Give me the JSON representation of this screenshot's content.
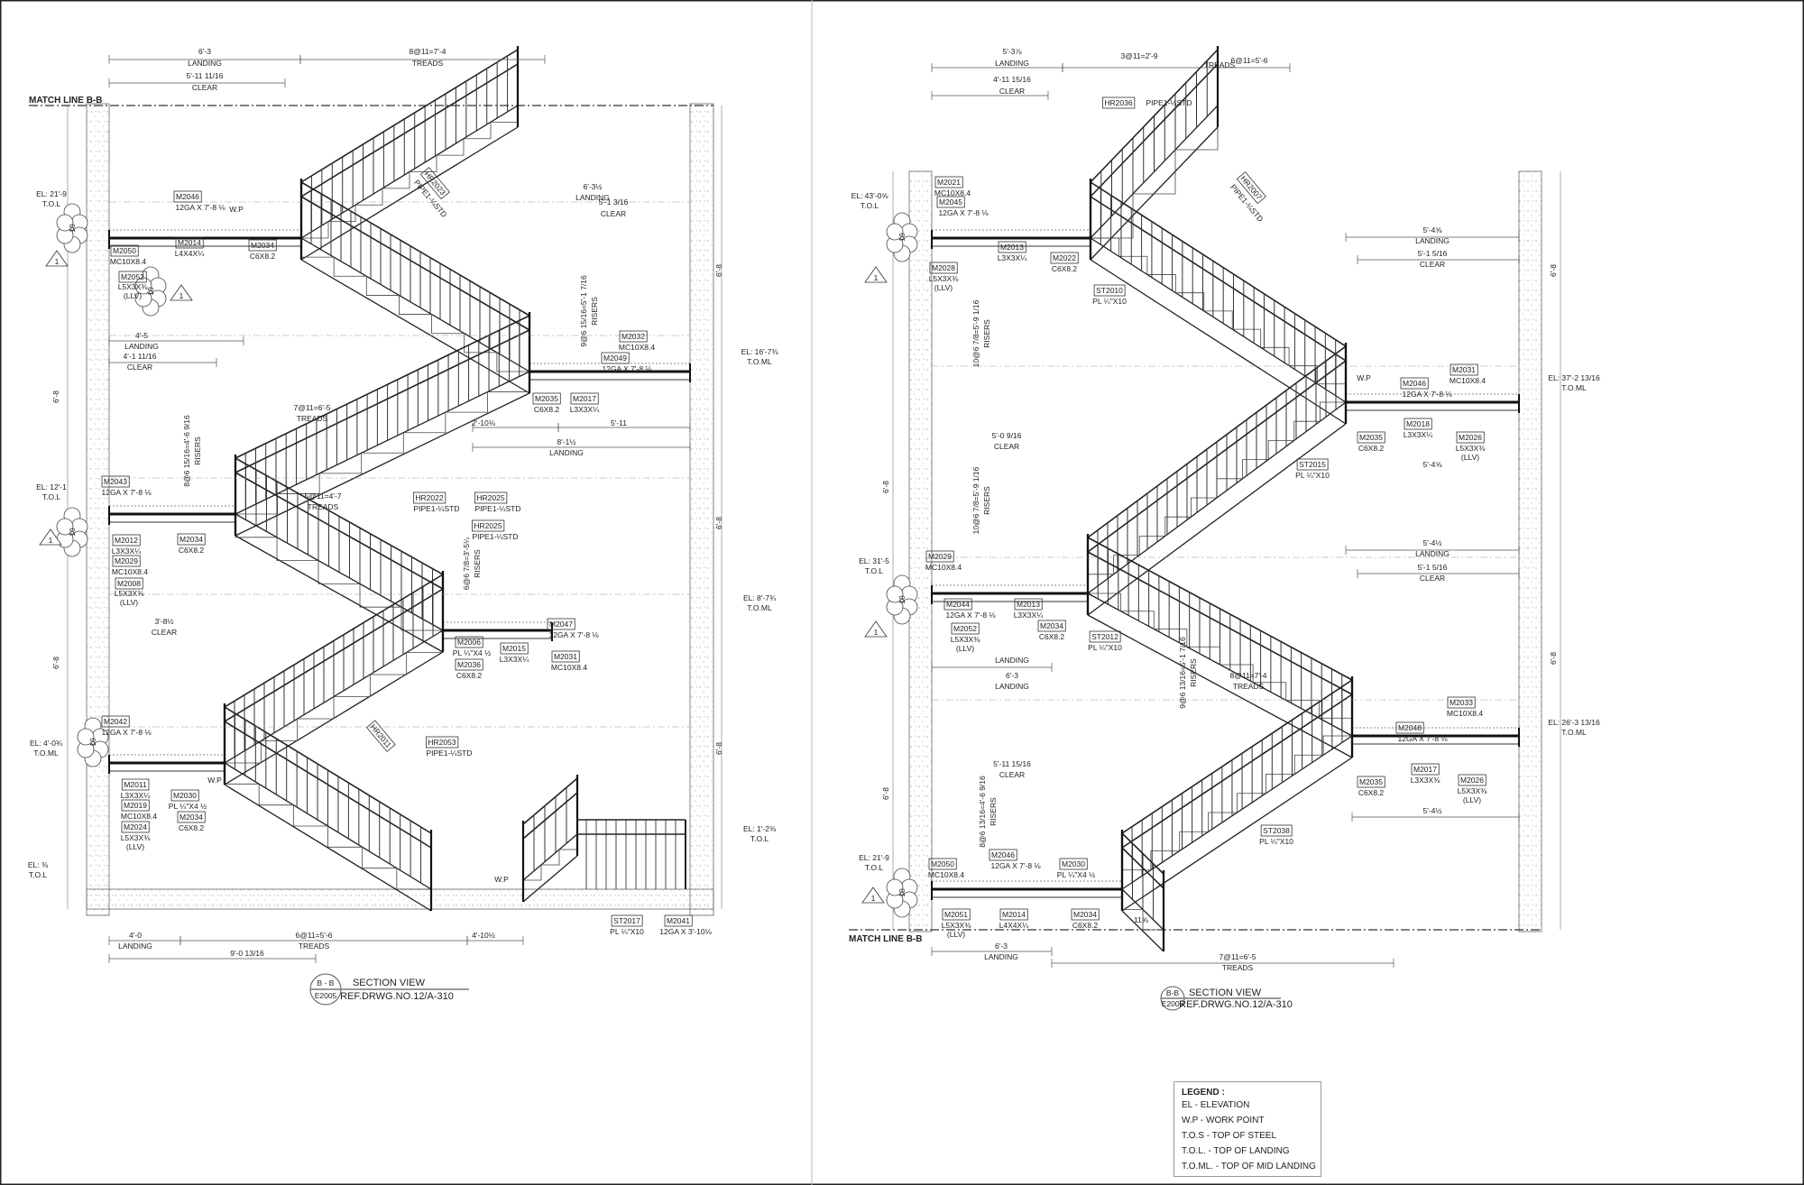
{
  "match_line": "MATCH LINE B-B",
  "left_labels": [
    "6'-3",
    "LANDING",
    "8@11=7'-4",
    "TREADS",
    "5'-11 11/16",
    "CLEAR",
    "EL: 21'-9",
    "T.O.L",
    "M2046",
    "12GA X 7'-8 ⅛",
    "M2014",
    "L4X4X¼",
    "M2034",
    "C6X8.2",
    "M2050",
    "MC10X8.4",
    "M2052",
    "L5X3X⅜",
    "(LLV)",
    "W.P",
    "HR2023",
    "PIPE1-¼STD",
    "6'-3½",
    "LANDING",
    "5'-1 3/16",
    "CLEAR",
    "4'-5",
    "LANDING",
    "4'-1 11/16",
    "CLEAR",
    "EL: 12'-1",
    "T.O.L",
    "M2043",
    "12GA X 7'-8 ⅛",
    "M2012",
    "L3X3X¼",
    "M2029",
    "MC10X8.4",
    "M2008",
    "L5X3X⅜",
    "(LLV)",
    "M2034",
    "C6X8.2",
    "M2032",
    "MC10X8.4",
    "M2049",
    "12GA X 7'-8 ⅛",
    "M2035",
    "C6X8.2",
    "M2017",
    "L3X3X¼",
    "EL: 16'-7⅜",
    "T.O.ML",
    "2'-10⅛",
    "5'-11",
    "8'-1½",
    "LANDING",
    "7@11=6'-5",
    "TREADS",
    "5@11=4'-7",
    "TREADS",
    "HR2022",
    "PIPE1-¼STD",
    "HR2025",
    "PIPE1-¼STD",
    "HR2025",
    "PIPE1-¼STD",
    "EL: 8'-7¾",
    "T.O.ML",
    "M2047",
    "12GA X 7'-8 ⅛",
    "M2031",
    "MC10X8.4",
    "M2006",
    "PL ¼\"X4 ½",
    "M2015",
    "L3X3X¼",
    "M2036",
    "C6X8.2",
    "3'-8½",
    "CLEAR",
    "EL: 4'-0¾",
    "T.O.ML",
    "M2042",
    "12GA X 7'-8 ⅛",
    "M2011",
    "L3X3X¼",
    "M2019",
    "MC10X8.4",
    "M2024",
    "L5X3X⅜",
    "(LLV)",
    "M2030",
    "PL ¼\"X4 ½",
    "M2034",
    "C6X8.2",
    "HR2053",
    "PIPE1-¼STD",
    "HR2011",
    "EL: 1'-2⅜",
    "T.O.L",
    "EL: ⅜",
    "T.O.L",
    "W.P",
    "W.P",
    "4'-0",
    "LANDING",
    "6@11=5'-6",
    "TREADS",
    "9'-0 13/16",
    "4'-10½",
    "ST2017",
    "PL ¼\"X10",
    "M2041",
    "12GA X 3'-10⅛",
    "8@6 15/16=4'-6 9/16",
    "RISERS",
    "6@6 7/8=3'-5¼",
    "RISERS",
    "9@6 15/16=5'-1 7/16",
    "RISERS",
    "6'-8",
    "6'-8",
    "6'-8",
    "6'-8",
    "6'-8"
  ],
  "right_labels": [
    "5'-3⅞",
    "LANDING",
    "3@11=2'-9",
    "6@11=5'-6",
    "TREADS",
    "4'-11 15/16",
    "CLEAR",
    "HR2036",
    "PIPE1-¼STD",
    "EL: 43'-0⅝",
    "T.O.L",
    "M2021",
    "MC10X8.4",
    "M2045",
    "12GA X 7'-8 ⅛",
    "M2013",
    "L3X3X¼",
    "M2022",
    "C6X8.2",
    "M2028",
    "L5X3X⅜",
    "(LLV)",
    "ST2010",
    "PL ¼\"X10",
    "HR2007",
    "PIPE1-¼STD",
    "5'-4⅝",
    "LANDING",
    "5'-1 5/16",
    "CLEAR",
    "10@6 7/8=5'-9 1/16",
    "RISERS",
    "W.P",
    "M2046",
    "12GA X 7'-8 ⅛",
    "M2031",
    "MC10X8.4",
    "EL: 37'-2 13/16",
    "T.O.ML",
    "M2035",
    "C6X8.2",
    "M2018",
    "L3X3X¼",
    "M2026",
    "L5X3X⅜",
    "(LLV)",
    "5'-4⅝",
    "5'-0 9/16",
    "CLEAR",
    "ST2015",
    "PL ¼\"X10",
    "10@6 7/8=5'-9 1/16",
    "RISERS",
    "5'-4½",
    "LANDING",
    "5'-1 5/16",
    "CLEAR",
    "EL: 31'-5",
    "T.O.L",
    "M2029",
    "MC10X8.4",
    "M2044",
    "12GA X 7'-8 ⅛",
    "M2052",
    "L5X3X⅜",
    "(LLV)",
    "M2013",
    "L3X3X¼",
    "M2034",
    "C6X8.2",
    "ST2012",
    "PL ¼\"X10",
    "LANDING",
    "6'-3",
    "LANDING",
    "8@11=7'-4",
    "TREADS",
    "9@6 13/16=5'-1 7/16",
    "RISERS",
    "M2048",
    "12GA X 7'-8 ⅛",
    "M2033",
    "MC10X8.4",
    "EL: 26'-3 13/16",
    "T.O.ML",
    "M2035",
    "C6X8.2",
    "M2017",
    "L3X3X⅜",
    "M2026",
    "L5X3X⅜",
    "(LLV)",
    "5'-4½",
    "5'-11 15/16",
    "CLEAR",
    "8@6 13/16=4'-6 9/16",
    "RISERS",
    "ST2038",
    "PL ¼\"X10",
    "EL: 21'-9",
    "T.O.L",
    "M2046",
    "12GA X 7'-8 ⅛",
    "M2050",
    "MC10X8.4",
    "M2030",
    "PL ¼\"X4 ½",
    "M2051",
    "L5X3X⅜",
    "(LLV)",
    "M2014",
    "L4X4X¼",
    "M2034",
    "C6X8.2",
    "11⅝",
    "6'-3",
    "LANDING",
    "7@11=6'-5",
    "TREADS",
    "6'-8",
    "6'-8",
    "6'-8",
    "6'-8"
  ],
  "section_left": {
    "mark": "B - B",
    "sheet": "E2005",
    "title": "SECTION VIEW",
    "ref": "REF.DRWG.NO.12/A-310"
  },
  "section_right": {
    "mark": "B-B",
    "sheet": "E2005",
    "title": "SECTION VIEW",
    "ref": "REF.DRWG.NO.12/A-310"
  },
  "revision_mark": "1",
  "cloud_mark": "10",
  "legend": {
    "title": "LEGEND :",
    "items": [
      "EL - ELEVATION",
      "W.P - WORK POINT",
      "T.O.S - TOP OF STEEL",
      "T.O.L. - TOP OF LANDING",
      "T.O.ML. - TOP OF MID LANDING"
    ]
  }
}
